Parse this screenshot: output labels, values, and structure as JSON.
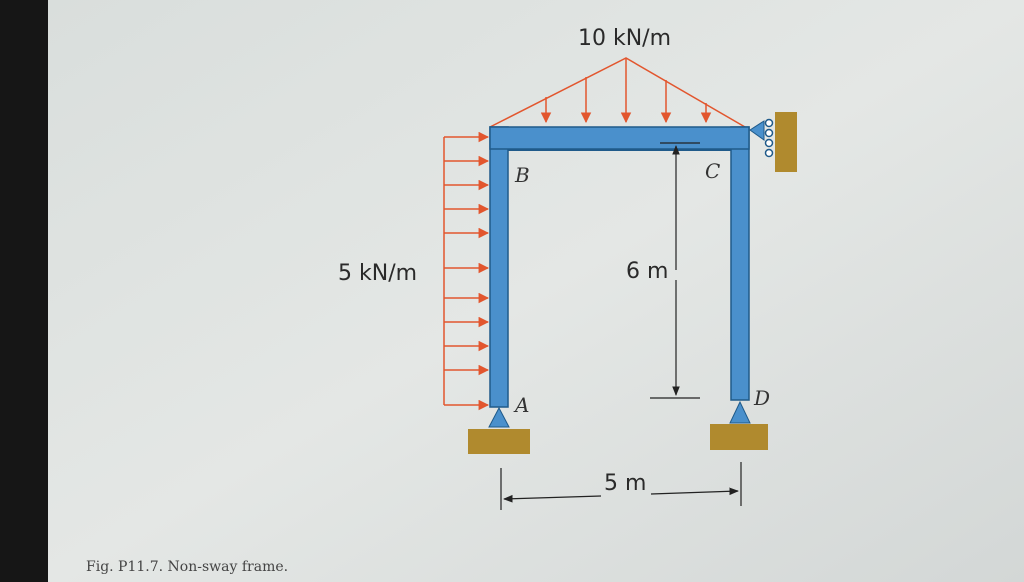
{
  "figure": {
    "top_load_label": "10 kN/m",
    "side_load_label": "5 kN/m",
    "height_label": "6 m",
    "span_label": "5 m",
    "caption": "Fig. P11.7. Non-sway frame.",
    "nodes": {
      "a": "A",
      "b": "B",
      "c": "C",
      "d": "D"
    }
  },
  "colors": {
    "member": "#4a90cc",
    "member_edge": "#1f5a8a",
    "load_arrow": "#e2562e",
    "support_pin": "#4a90cc",
    "support_base": "#b08a2e",
    "screen_bg": "#dfe3e1",
    "dimension_line": "#222222"
  },
  "icons": [
    "pin-support-icon",
    "fixed-support-icon",
    "roller-support-icon"
  ]
}
